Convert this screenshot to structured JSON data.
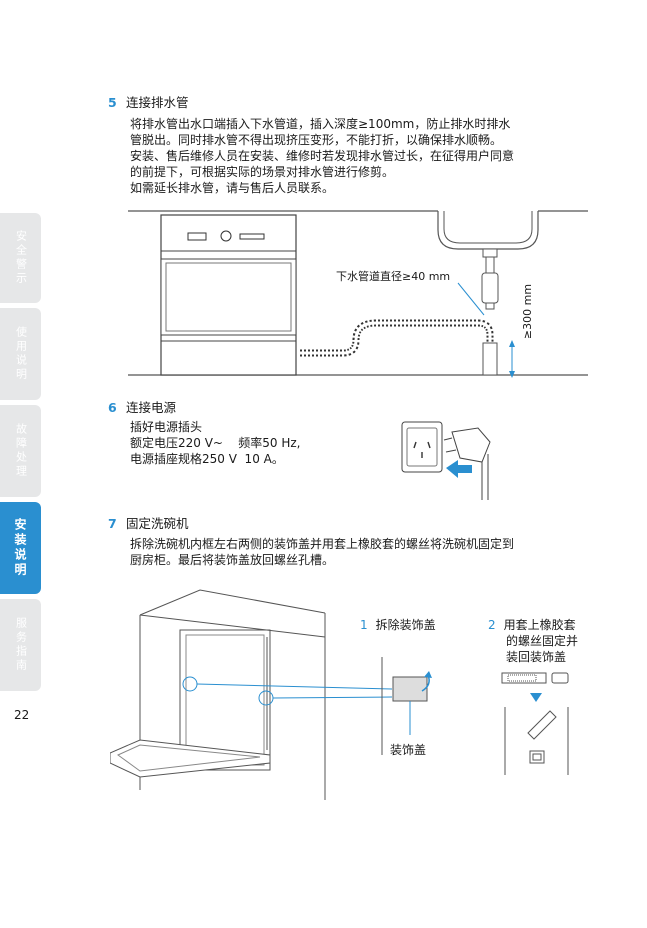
{
  "sidebar": {
    "tabs": [
      {
        "label": "安全警示",
        "active": false
      },
      {
        "label": "使用说明",
        "active": false
      },
      {
        "label": "故障处理",
        "active": false
      },
      {
        "label": "安装说明",
        "active": true
      },
      {
        "label": "服务指南",
        "active": false
      }
    ],
    "page_number": "22"
  },
  "section5": {
    "number": "5",
    "title": "连接排水管",
    "lines": [
      "将排水管出水口端插入下水管道，插入深度≥100mm，防止排水时排水",
      "管脱出。同时排水管不得出现挤压变形，不能打折，以确保排水顺畅。",
      "安装、售后维修人员在安装、维修时若发现排水管过长，在征得用户同意",
      "的前提下，可根据实际的场景对排水管进行修剪。",
      "如需延长排水管，请与售后人员联系。"
    ],
    "diagram": {
      "pipe_label": "下水管道直径≥40 mm",
      "height_label": "≥300 mm"
    }
  },
  "section6": {
    "number": "6",
    "title": "连接电源",
    "lines": [
      "插好电源插头",
      "额定电压220 V~    频率50 Hz,",
      "电源插座规格250 V  10 A。"
    ]
  },
  "section7": {
    "number": "7",
    "title": "固定洗碗机",
    "lines": [
      "拆除洗碗机内框左右两侧的装饰盖并用套上橡胶套的螺丝将洗碗机固定到",
      "厨房柜。最后将装饰盖放回螺丝孔槽。"
    ],
    "step1": {
      "number": "1",
      "label": "拆除装饰盖"
    },
    "step2": {
      "number": "2",
      "lines": [
        "用套上橡胶套",
        "的螺丝固定并",
        "装回装饰盖"
      ]
    },
    "cover_label": "装饰盖"
  },
  "colors": {
    "accent": "#2a8fd0",
    "tab_inactive": "#e6e7e8"
  }
}
